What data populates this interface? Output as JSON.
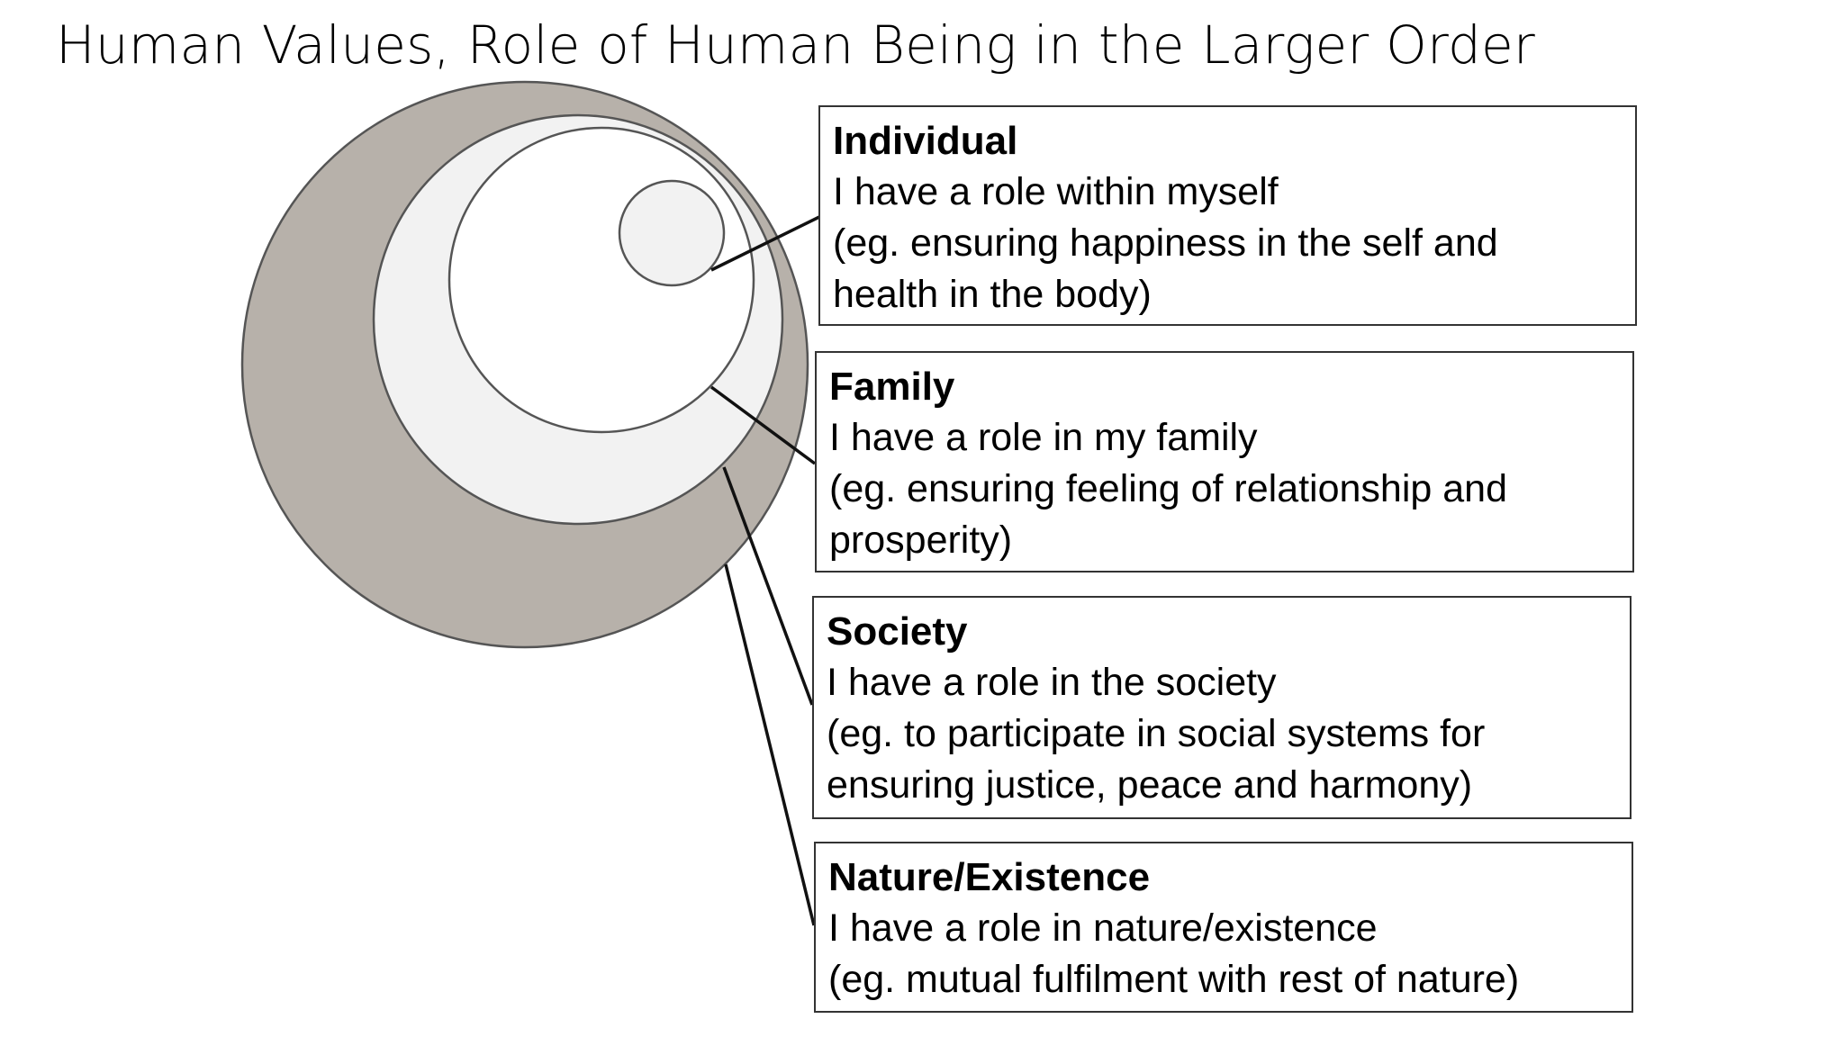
{
  "title": "Human Values, Role of Human Being in the Larger Order",
  "colors": {
    "outer_circle": "#b7b1aa",
    "inner_circles": "#f2f2f2",
    "stroke": "#555555",
    "connector": "#111111"
  },
  "roles": [
    {
      "title": "Individual",
      "lines": [
        "I have a role within myself",
        "(eg. ensuring happiness in the self and",
        "health in the body)"
      ]
    },
    {
      "title": "Family",
      "lines": [
        "I have a role in my family",
        "(eg. ensuring feeling of relationship and",
        "prosperity)"
      ]
    },
    {
      "title": "Society",
      "lines": [
        "I have a role in the society",
        "(eg. to participate in social systems for",
        "ensuring justice, peace and harmony)"
      ]
    },
    {
      "title": "Nature/Existence",
      "lines": [
        "I have a role in nature/existence",
        "(eg. mutual fulfilment with rest of nature)"
      ]
    }
  ]
}
